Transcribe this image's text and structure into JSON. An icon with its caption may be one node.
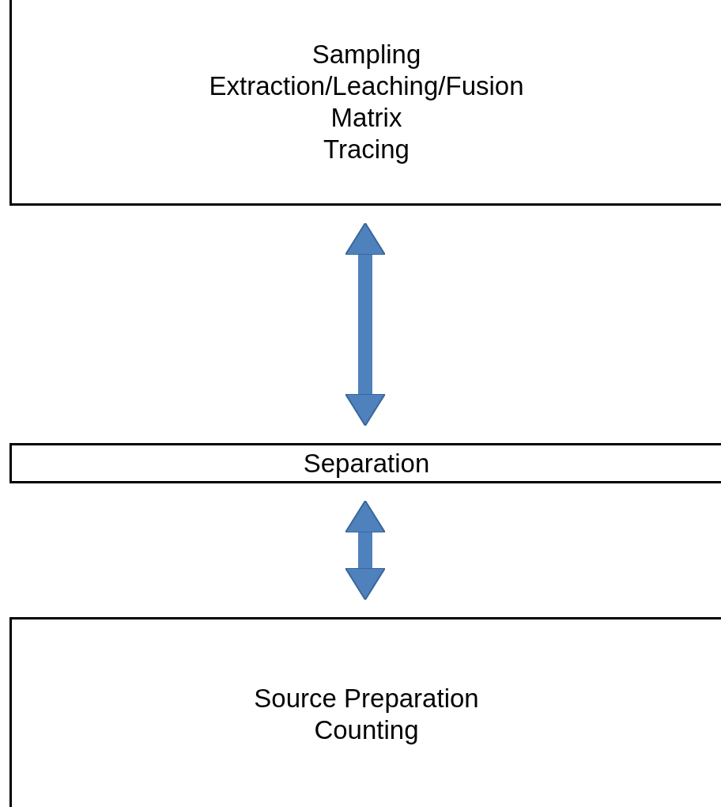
{
  "diagram": {
    "nodes": [
      {
        "text": [
          "Sampling",
          "Extraction/Leaching/Fusion",
          "Matrix",
          "Tracing"
        ]
      },
      {
        "text": [
          "Separation"
        ]
      },
      {
        "text": [
          "Source Preparation",
          "Counting"
        ]
      }
    ],
    "edges": [
      {
        "from": 0,
        "to": 1,
        "arrow": "both"
      },
      {
        "from": 1,
        "to": 2,
        "arrow": "both"
      }
    ]
  }
}
